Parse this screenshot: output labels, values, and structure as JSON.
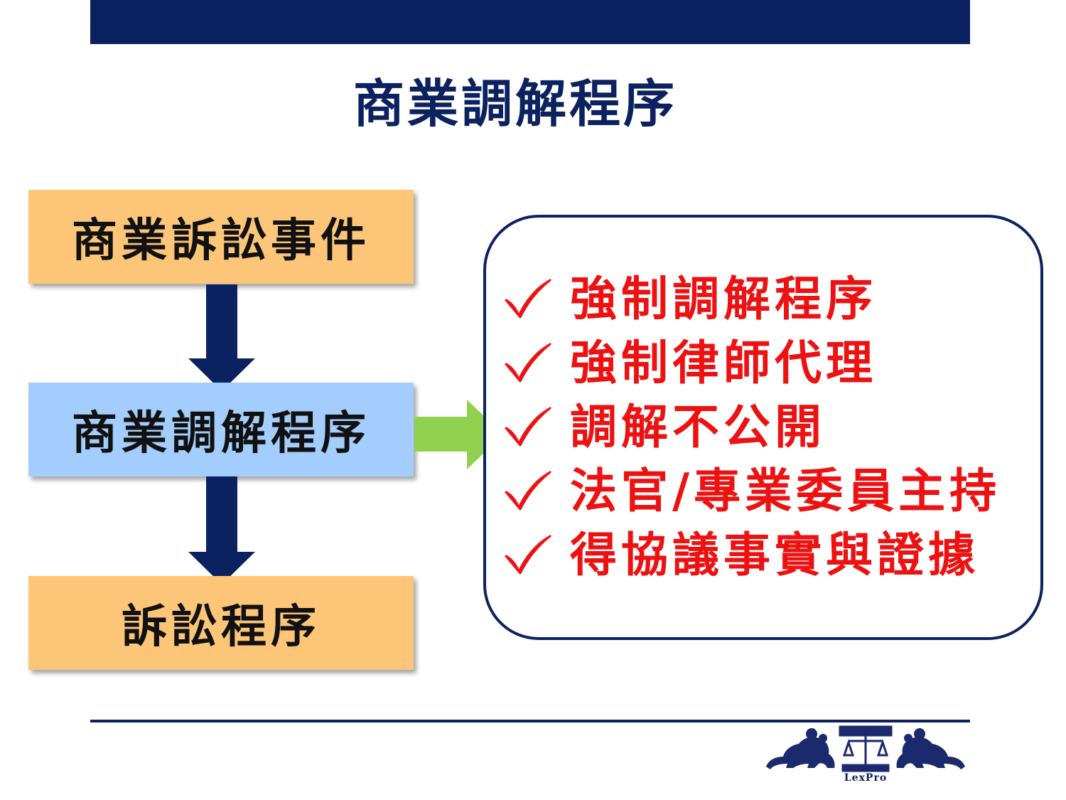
{
  "title": "商業調解程序",
  "flow": {
    "step1": "商業訴訟事件",
    "step2": "商業調解程序",
    "step3": "訴訟程序"
  },
  "features": [
    "強制調解程序",
    "強制律師代理",
    "調解不公開",
    "法官/專業委員主持",
    "得協議事實與證據"
  ],
  "logo": {
    "text": "LexPro"
  },
  "colors": {
    "navy": "#0c2260",
    "orange_box": "#fcc578",
    "blue_box": "#a3cdfc",
    "green_arrow": "#92d050",
    "feature_text": "#ee1111"
  }
}
